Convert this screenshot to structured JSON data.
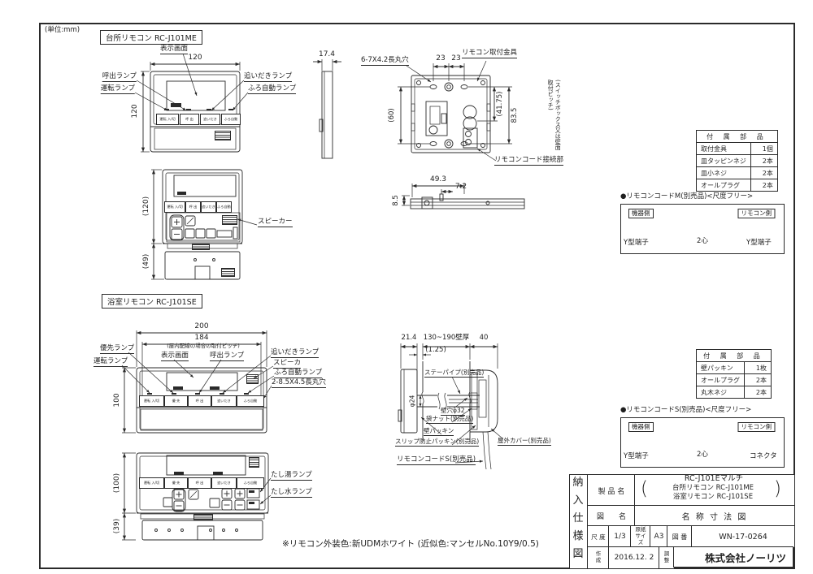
{
  "unit_note": "(単位:mm)",
  "kitchen": {
    "label": "台所リモコン RC-J101ME",
    "front": {
      "width": "120",
      "height": "120",
      "display": "表示画面",
      "call_lamp": "呼出ランプ",
      "run_lamp": "運転ランプ",
      "reheat_lamp": "追いだきランプ",
      "auto_lamp": "ふろ自動ランプ"
    },
    "buttons": [
      "運転 入/切",
      "呼 出",
      "追いだき",
      "ふろ自動"
    ],
    "side": {
      "thickness": "17.4"
    },
    "mount": {
      "pitch_a": "23",
      "pitch_b": "23",
      "holes": "6-7X4.2長丸穴",
      "bracket": "リモコン取付金具",
      "h60": "(60)",
      "h4175": "(41.75)",
      "h835": "83.5",
      "pitch_note": "(スイッチボックス又は壁面取付ピッチ)",
      "cord_conn": "リモコンコード接続部"
    },
    "bottom": {
      "d85": "8.5",
      "d493": "49.3",
      "d72": "7.2"
    },
    "open": {
      "height_upper": "(120)",
      "height_door": "(49)",
      "speaker": "スピーカー"
    }
  },
  "bath": {
    "label": "浴室リモコン RC-J101SE",
    "front": {
      "width": "200",
      "pitch": "184",
      "pitch_note": "(屋内配線の場合の取付ピッチ)",
      "height": "100",
      "priority_lamp": "優先ランプ",
      "run_lamp": "運転ランプ",
      "display": "表示画面",
      "call_lamp": "呼出ランプ",
      "reheat_lamp": "追いだきランプ",
      "speaker": "スピーカ",
      "auto_lamp": "ふろ自動ランプ",
      "holes": "2-8.5X4.5長丸穴"
    },
    "buttons": [
      "運転 入/切",
      "優 先",
      "呼 出",
      "追いだき",
      "ふろ自動"
    ],
    "open": {
      "height_upper": "(100)",
      "height_door": "(39)",
      "hot_lamp": "たし湯ランプ",
      "cold_lamp": "たし水ランプ"
    },
    "install": {
      "d214": "21.4",
      "wall": "130~190壁厚",
      "d40": "40",
      "d125": "(1.25)",
      "stay_pipe": "ステーパイプ(別売品)",
      "dia24": "φ24",
      "wall_hole": "壁穴φ32",
      "cap_nut": "袋ナット(別売品)",
      "wall_packing": "壁パッキン",
      "slip_packing": "スリップ防止パッキン(別売品)",
      "outdoor_cover": "屋外カバー(別売品)",
      "cord": "リモコンコードS(別売品)"
    }
  },
  "parts_m": {
    "title": "付 属 部 品",
    "rows": [
      [
        "取付金具",
        "1個"
      ],
      [
        "皿タッピンネジ",
        "2本"
      ],
      [
        "皿小ネジ",
        "2本"
      ],
      [
        "オールプラグ",
        "2本"
      ]
    ]
  },
  "cord_m": {
    "title": "●リモコンコードM(別売品)<尺度フリー>",
    "device_side": "機器側",
    "remote_side": "リモコン側",
    "left_end": "Y型端子",
    "core": "2心",
    "right_end": "Y型端子"
  },
  "parts_s": {
    "title": "付 属 部 品",
    "rows": [
      [
        "壁パッキン",
        "1枚"
      ],
      [
        "オールプラグ",
        "2本"
      ],
      [
        "丸木ネジ",
        "2本"
      ]
    ]
  },
  "cord_s": {
    "title": "●リモコンコードS(別売品)<尺度フリー>",
    "device_side": "機器側",
    "remote_side": "リモコン側",
    "left_end": "Y型端子",
    "core": "2心",
    "right_end": "コネクタ"
  },
  "title_block": {
    "doc_type": [
      "納",
      "入",
      "仕",
      "様",
      "図"
    ],
    "product_label": "製 品 名",
    "product_name": "RC-J101Eマルチ",
    "product_sub1": "台所リモコン RC-J101ME",
    "product_sub2": "浴室リモコン RC-J101SE",
    "paren_open": "(",
    "paren_close": ")",
    "drawing_label": "図　　名",
    "drawing_name": "名 称 寸 法 図",
    "scale_label": "尺 度",
    "scale": "1/3",
    "paper_label": "原紙サイズ",
    "paper": "A3",
    "number_label": "図 番",
    "number": "WN-17-0264",
    "created_label": "作成",
    "created": "2016.12. 2",
    "adjust_label": "調整",
    "company": "株式会社ノーリツ"
  },
  "footer_note": "※リモコン外装色:新UDMホワイト (近似色:マンセルNo.10Y9/0.5)"
}
